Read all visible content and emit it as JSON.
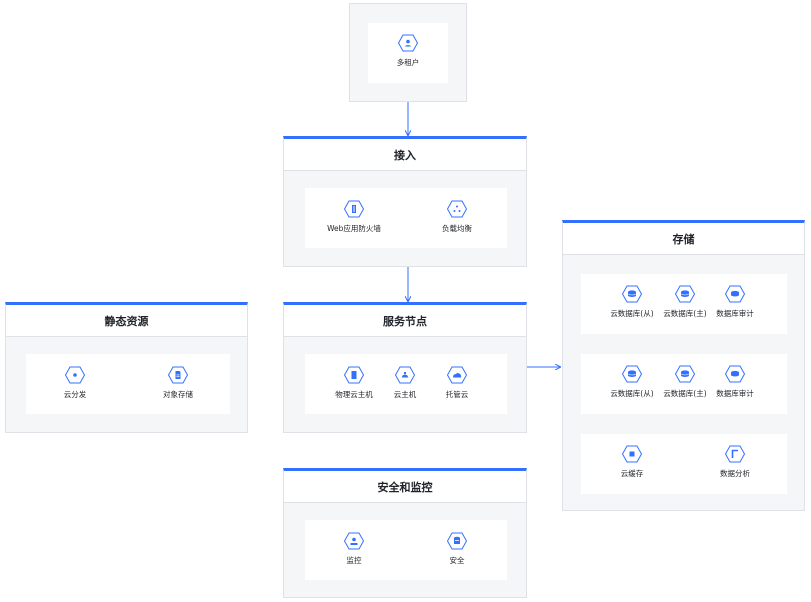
{
  "colors": {
    "accent": "#3370ff",
    "panel_bg": "#f5f6f7",
    "border": "#dfe1e6"
  },
  "tenant": {
    "label": "多租户",
    "icon": "user-icon"
  },
  "access": {
    "title": "接入",
    "nodes": [
      {
        "label": "Web应用防火墙",
        "icon": "firewall-icon"
      },
      {
        "label": "负载均衡",
        "icon": "load-balancer-icon"
      }
    ]
  },
  "service": {
    "title": "服务节点",
    "nodes": [
      {
        "label": "物理云主机",
        "icon": "server-icon"
      },
      {
        "label": "云主机",
        "icon": "vm-icon"
      },
      {
        "label": "托管云",
        "icon": "cloud-icon"
      }
    ]
  },
  "static": {
    "title": "静态资源",
    "nodes": [
      {
        "label": "云分发",
        "icon": "cdn-icon"
      },
      {
        "label": "对象存储",
        "icon": "object-storage-icon"
      }
    ]
  },
  "security": {
    "title": "安全和监控",
    "nodes": [
      {
        "label": "监控",
        "icon": "monitor-icon"
      },
      {
        "label": "安全",
        "icon": "security-icon"
      }
    ]
  },
  "storage": {
    "title": "存储",
    "row1": [
      {
        "label": "云数据库(从)",
        "icon": "database-icon"
      },
      {
        "label": "云数据库(主)",
        "icon": "database-icon"
      },
      {
        "label": "数据库审计",
        "icon": "database-audit-icon"
      }
    ],
    "row2": [
      {
        "label": "云数据库(从)",
        "icon": "database-icon"
      },
      {
        "label": "云数据库(主)",
        "icon": "database-icon"
      },
      {
        "label": "数据库审计",
        "icon": "database-audit-icon"
      }
    ],
    "row3": [
      {
        "label": "云缓存",
        "icon": "cache-icon"
      },
      {
        "label": "数据分析",
        "icon": "analytics-icon"
      }
    ]
  }
}
